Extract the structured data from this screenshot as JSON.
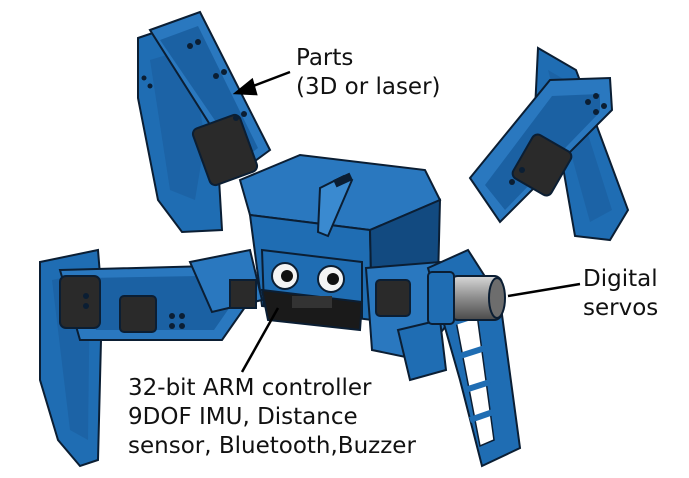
{
  "labels": {
    "parts": [
      "Parts",
      "(3D or laser)"
    ],
    "servos": [
      "Digital",
      "servos"
    ],
    "controller": [
      "32-bit ARM controller",
      "9DOF IMU, Distance",
      "sensor, Bluetooth,Buzzer"
    ]
  },
  "colors": {
    "body_blue": "#1f6db3",
    "dark_blue": "#124a80",
    "light_blue": "#3a8ad0",
    "servo_black": "#2a2a2a",
    "servo_metal": "#9a9a9a",
    "outline": "#0b1e33",
    "text": "#111111",
    "background": "#ffffff"
  }
}
